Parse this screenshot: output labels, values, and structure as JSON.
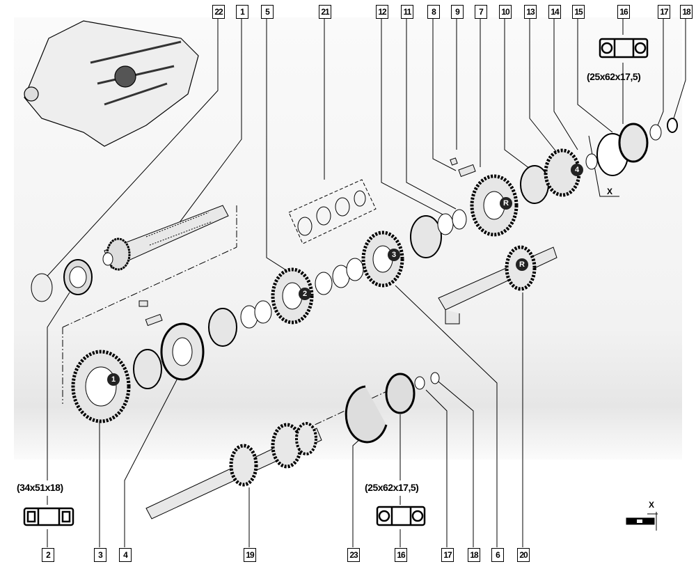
{
  "labels": {
    "top": [
      "22",
      "1",
      "5",
      "21",
      "12",
      "11",
      "8",
      "9",
      "7",
      "10",
      "13",
      "14",
      "15",
      "16",
      "17",
      "18"
    ],
    "bottom": [
      "2",
      "3",
      "4",
      "19",
      "23",
      "16",
      "17",
      "18",
      "6",
      "20"
    ]
  },
  "bearings": {
    "left_dims": "(34x51x18)",
    "bottom_dims": "(25x62x17,5)",
    "top_dims": "(25x62x17,5)"
  },
  "gear_markers": [
    "1",
    "2",
    "3",
    "4",
    "R",
    "R"
  ],
  "annotations": {
    "x_label": "X",
    "x_legend": "X"
  }
}
